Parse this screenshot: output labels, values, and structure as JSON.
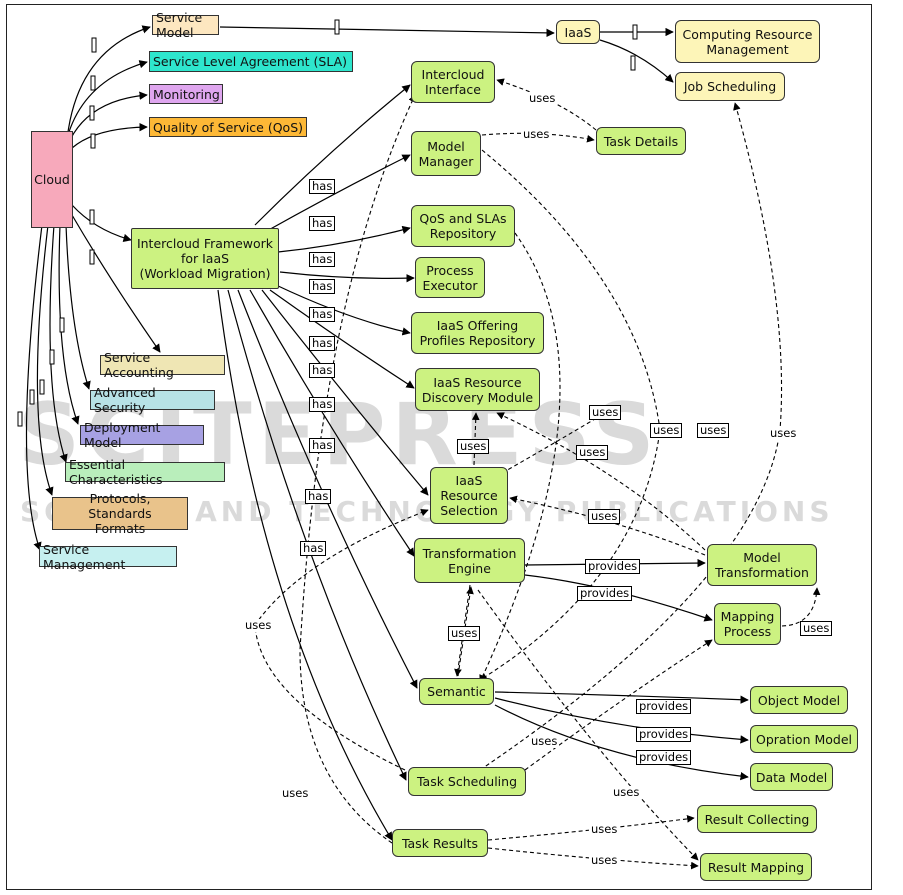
{
  "nodes": {
    "cloud": "Cloud",
    "service_model": "Service Model",
    "sla": "Service Level Agreement (SLA)",
    "monitoring": "Monitoring",
    "qos": "Quality of Service (QoS)",
    "iaas": "IaaS",
    "computing_resource_mgmt": "Computing Resource\nManagement",
    "job_scheduling": "Job Scheduling",
    "intercloud_interface": "Intercloud\nInterface",
    "task_details": "Task Details",
    "model_manager": "Model\nManager",
    "qos_slas_repository": "QoS and SLAs\nRepository",
    "intercloud_framework": "Intercloud Framework\nfor IaaS\n(Workload Migration)",
    "process_executor": "Process\nExecutor",
    "iaas_offering_profiles": "IaaS Offering\nProfiles Repository",
    "iaas_resource_discovery": "IaaS Resource\nDiscovery Module",
    "service_accounting": "Service Accounting",
    "advanced_security": "Advanced Security",
    "deployment_model": "Deployment Model",
    "essential_characteristics": "Essential Characteristics",
    "iaas_resource_selection": "IaaS\nResource\nSelection",
    "protocols_standards": "Protocols, Standards\nFormats",
    "service_management": "Service Management",
    "transformation_engine": "Transformation\nEngine",
    "model_transformation": "Model\nTransformation",
    "mapping_process": "Mapping\nProcess",
    "semantic": "Semantic",
    "object_model": "Object Model",
    "opration_model": "Opration Model",
    "data_model": "Data Model",
    "task_scheduling": "Task Scheduling",
    "result_collecting": "Result Collecting",
    "task_results": "Task Results",
    "result_mapping": "Result Mapping"
  },
  "edge_labels": {
    "has": "has",
    "uses": "uses",
    "provides": "provides"
  },
  "watermark": {
    "main": "SCITEPRESS",
    "sub": "SCIENCE AND TECHNOLOGY PUBLICATIONS"
  },
  "colors": {
    "cloud": "#f7a9bb",
    "service_model": "#fde7c0",
    "sla": "#2ee6cd",
    "monitoring": "#dfa6ef",
    "qos": "#fdb836",
    "lime": "#ccf281",
    "cream": "#fdf5b8",
    "service_accounting": "#efe6b4",
    "advanced_security": "#b7e2e6",
    "deployment_model": "#a7a1e3",
    "essential_characteristics": "#b9eebb",
    "protocols_standards": "#e9c38b",
    "service_management": "#c6f0f0"
  }
}
